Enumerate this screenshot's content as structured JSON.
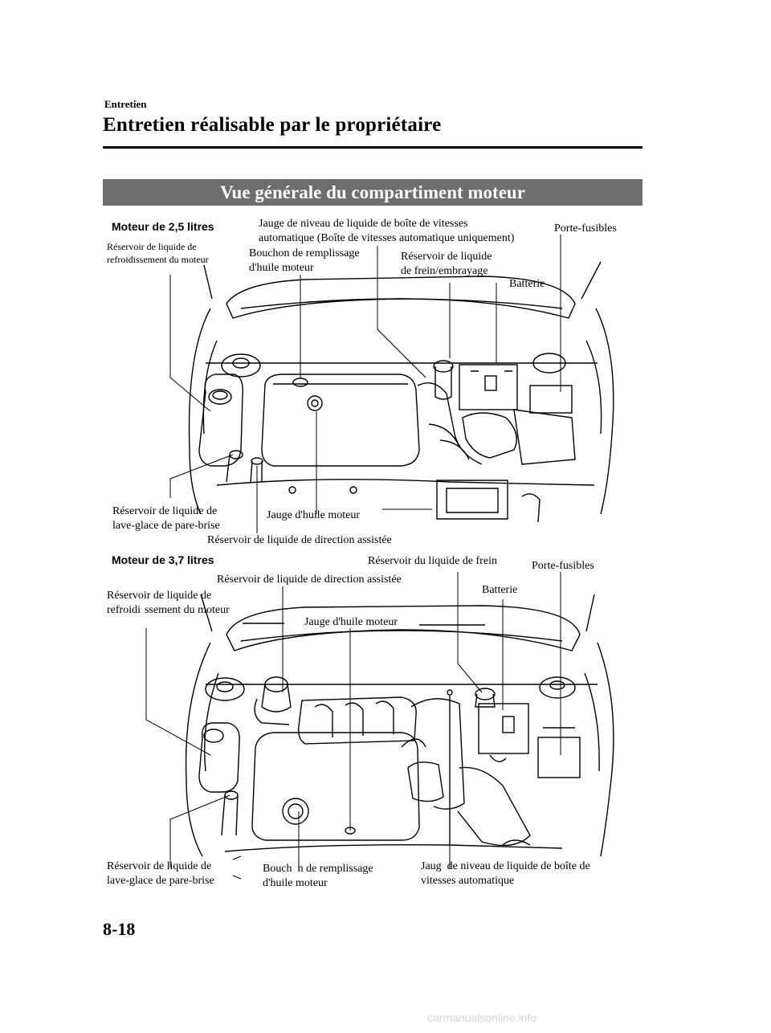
{
  "header": {
    "section": "Entretien",
    "title": "Entretien réalisable par le propriétaire"
  },
  "banner": "Vue générale du compartiment moteur",
  "fig1": {
    "heading": "Moteur de 2,5 litres",
    "labels": {
      "coolant_1": "Réservoir de liquide de",
      "coolant_2": "refroidissement du moteur",
      "atf_1": "Jauge de niveau de liquide de boîte de vitesses",
      "atf_2": "automatique (Boîte de vitesses automatique uniquement)",
      "fuse": "Porte-fusibles",
      "oilcap_1": "Bouchon de remplissage",
      "oilcap_2": "d'huile moteur",
      "brake_1": "Réservoir de liquide",
      "brake_2": "de frein/embrayage",
      "battery": "Batterie",
      "washer_1": "Réservoir de liquide de",
      "washer_2": "lave-glace de pare-brise",
      "dipstick": "Jauge d'huile moteur",
      "steering": "Réservoir de liquide de direction assistée"
    }
  },
  "fig2": {
    "heading": "Moteur de 3,7 litres",
    "labels": {
      "brake": "Réservoir du liquide de frein",
      "fuse": "Porte-fusibles",
      "steering": "Réservoir de liquide de direction assistée",
      "battery": "Batterie",
      "coolant_1": "Réservoir de liquide de",
      "coolant_2": "refroidi",
      "coolant_3": "ssement du moteur",
      "dipstick": "Jauge d'huile moteur",
      "washer_1": "Réservoir de liquide de",
      "washer_2": "lave-glace de pare-brise",
      "oilcap_1a": "Bouch",
      "oilcap_1b": "n de remplissage",
      "oilcap_2": "d'huile moteur",
      "atf_1a": "Jaug",
      "atf_1b": "de niveau de liquide de boîte de",
      "atf_2": "vitesses automatique"
    }
  },
  "footer": {
    "page_number": "8-18",
    "watermark": "carmanualsonline.info"
  }
}
